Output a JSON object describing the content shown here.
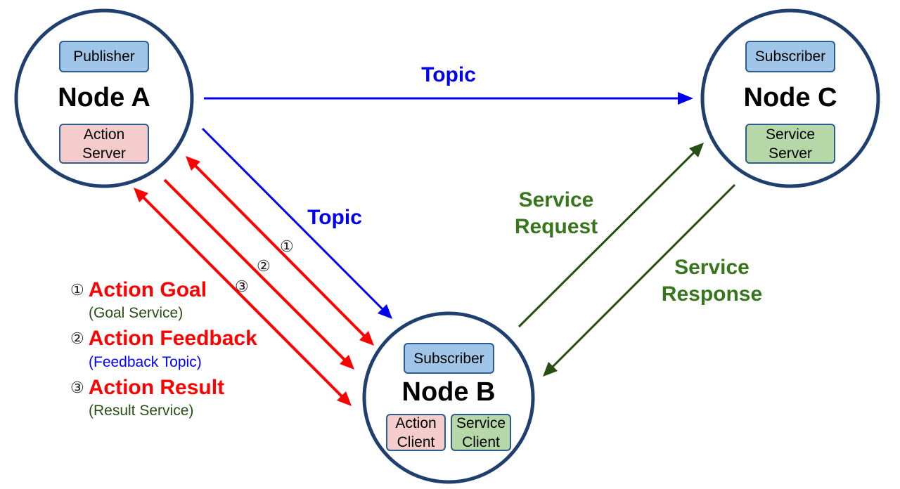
{
  "node_a": {
    "title": "Node A",
    "top_chip": "Publisher",
    "bottom_chip": [
      "Action",
      "Server"
    ]
  },
  "node_b": {
    "title": "Node B",
    "top_chip": "Subscriber",
    "left_chip": [
      "Action",
      "Client"
    ],
    "right_chip": [
      "Service",
      "Client"
    ]
  },
  "node_c": {
    "title": "Node C",
    "top_chip": "Subscriber",
    "bottom_chip": [
      "Service",
      "Server"
    ]
  },
  "edges": {
    "topic_ac": "Topic",
    "topic_ab": "Topic",
    "service_request": [
      "Service",
      "Request"
    ],
    "service_response": [
      "Service",
      "Response"
    ],
    "step_marks": [
      "①",
      "②",
      "③"
    ]
  },
  "legend": [
    {
      "num": "①",
      "title": "Action Goal",
      "sub": "(Goal Service)",
      "sub_color": "#274e13"
    },
    {
      "num": "②",
      "title": "Action Feedback",
      "sub": "(Feedback Topic)",
      "sub_color": "#0000ff"
    },
    {
      "num": "③",
      "title": "Action Result",
      "sub": "(Result Service)",
      "sub_color": "#274e13"
    }
  ],
  "colors": {
    "topic": "#0000ee",
    "action": "#ff0000",
    "service": "#274e13",
    "node_border": "#1f3f6e"
  }
}
